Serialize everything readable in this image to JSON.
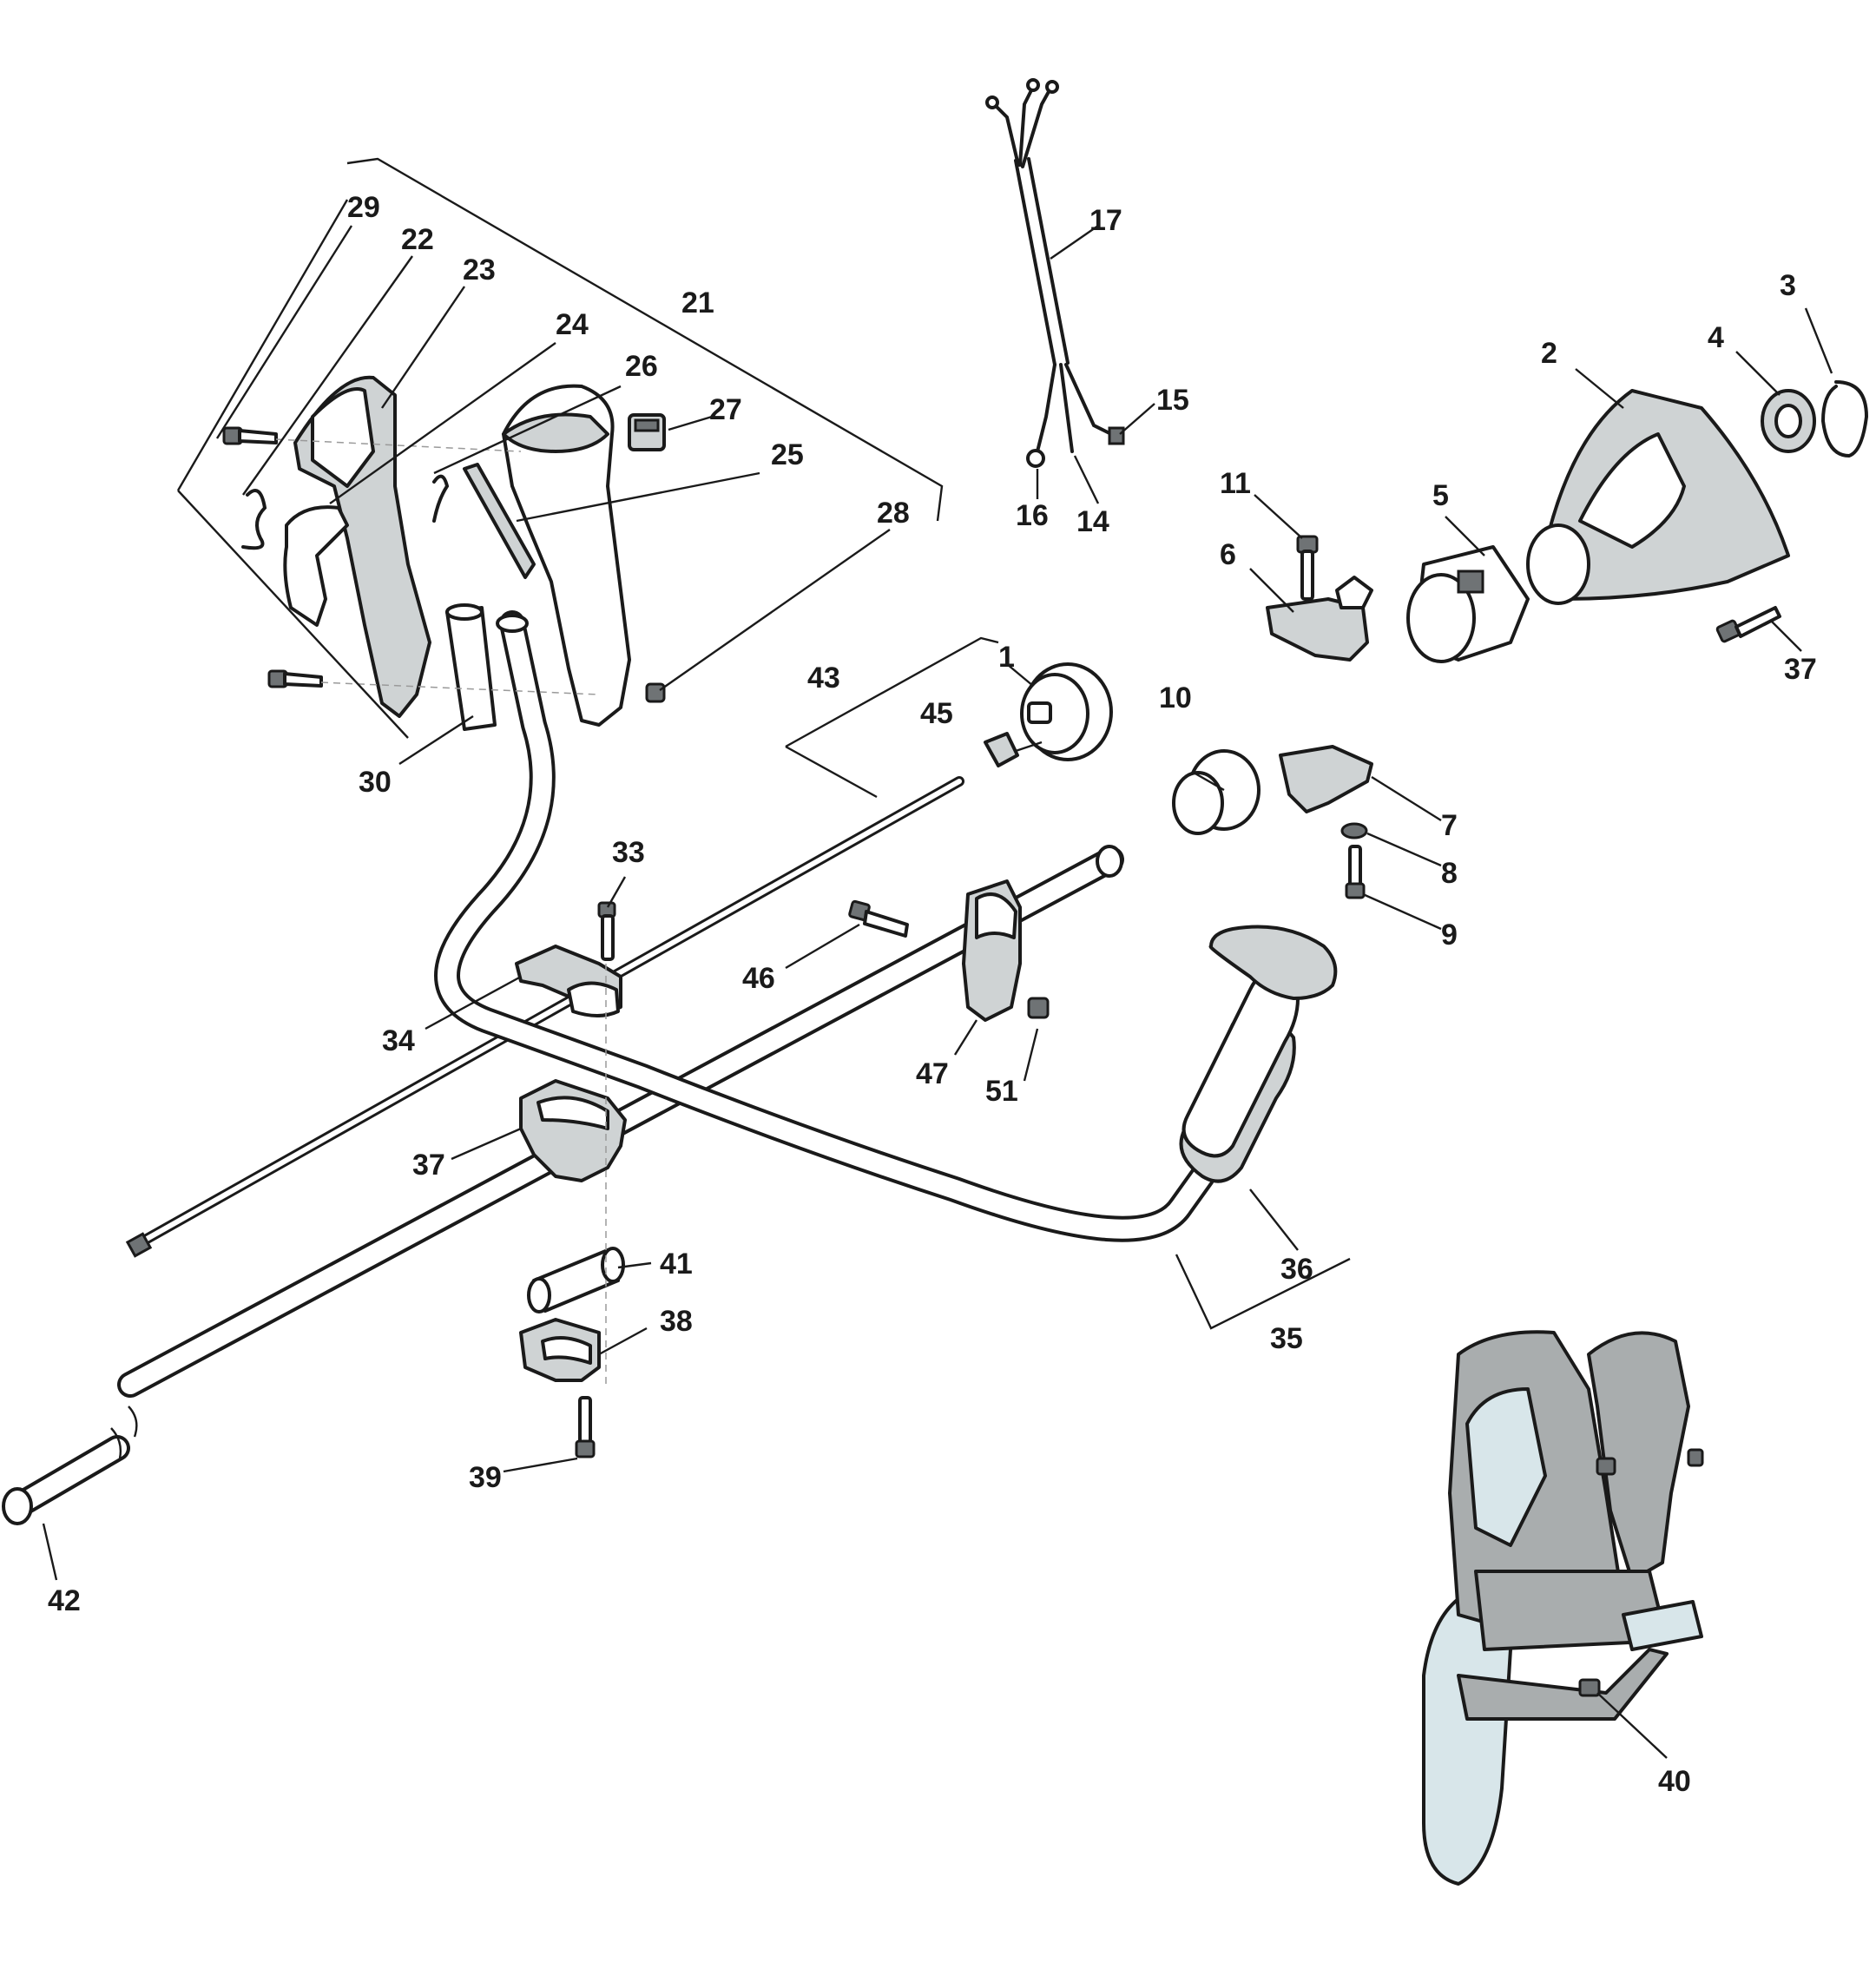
{
  "diagram": {
    "callouts": [
      {
        "id": "c1",
        "label": "1"
      },
      {
        "id": "c2",
        "label": "2"
      },
      {
        "id": "c3",
        "label": "3"
      },
      {
        "id": "c4",
        "label": "4"
      },
      {
        "id": "c5",
        "label": "5"
      },
      {
        "id": "c6",
        "label": "6"
      },
      {
        "id": "c7",
        "label": "7"
      },
      {
        "id": "c8",
        "label": "8"
      },
      {
        "id": "c9",
        "label": "9"
      },
      {
        "id": "c10",
        "label": "10"
      },
      {
        "id": "c11",
        "label": "11"
      },
      {
        "id": "c14",
        "label": "14"
      },
      {
        "id": "c15",
        "label": "15"
      },
      {
        "id": "c16",
        "label": "16"
      },
      {
        "id": "c17",
        "label": "17"
      },
      {
        "id": "c21",
        "label": "21"
      },
      {
        "id": "c22",
        "label": "22"
      },
      {
        "id": "c23",
        "label": "23"
      },
      {
        "id": "c24",
        "label": "24"
      },
      {
        "id": "c25",
        "label": "25"
      },
      {
        "id": "c26",
        "label": "26"
      },
      {
        "id": "c27",
        "label": "27"
      },
      {
        "id": "c28",
        "label": "28"
      },
      {
        "id": "c29",
        "label": "29"
      },
      {
        "id": "c30",
        "label": "30"
      },
      {
        "id": "c33",
        "label": "33"
      },
      {
        "id": "c34",
        "label": "34"
      },
      {
        "id": "c35",
        "label": "35"
      },
      {
        "id": "c36",
        "label": "36"
      },
      {
        "id": "c37a",
        "label": "37"
      },
      {
        "id": "c37b",
        "label": "37"
      },
      {
        "id": "c38",
        "label": "38"
      },
      {
        "id": "c39",
        "label": "39"
      },
      {
        "id": "c40",
        "label": "40"
      },
      {
        "id": "c41",
        "label": "41"
      },
      {
        "id": "c42",
        "label": "42"
      },
      {
        "id": "c43",
        "label": "43"
      },
      {
        "id": "c45",
        "label": "45"
      },
      {
        "id": "c46",
        "label": "46"
      },
      {
        "id": "c47",
        "label": "47"
      },
      {
        "id": "c51",
        "label": "51"
      }
    ]
  }
}
